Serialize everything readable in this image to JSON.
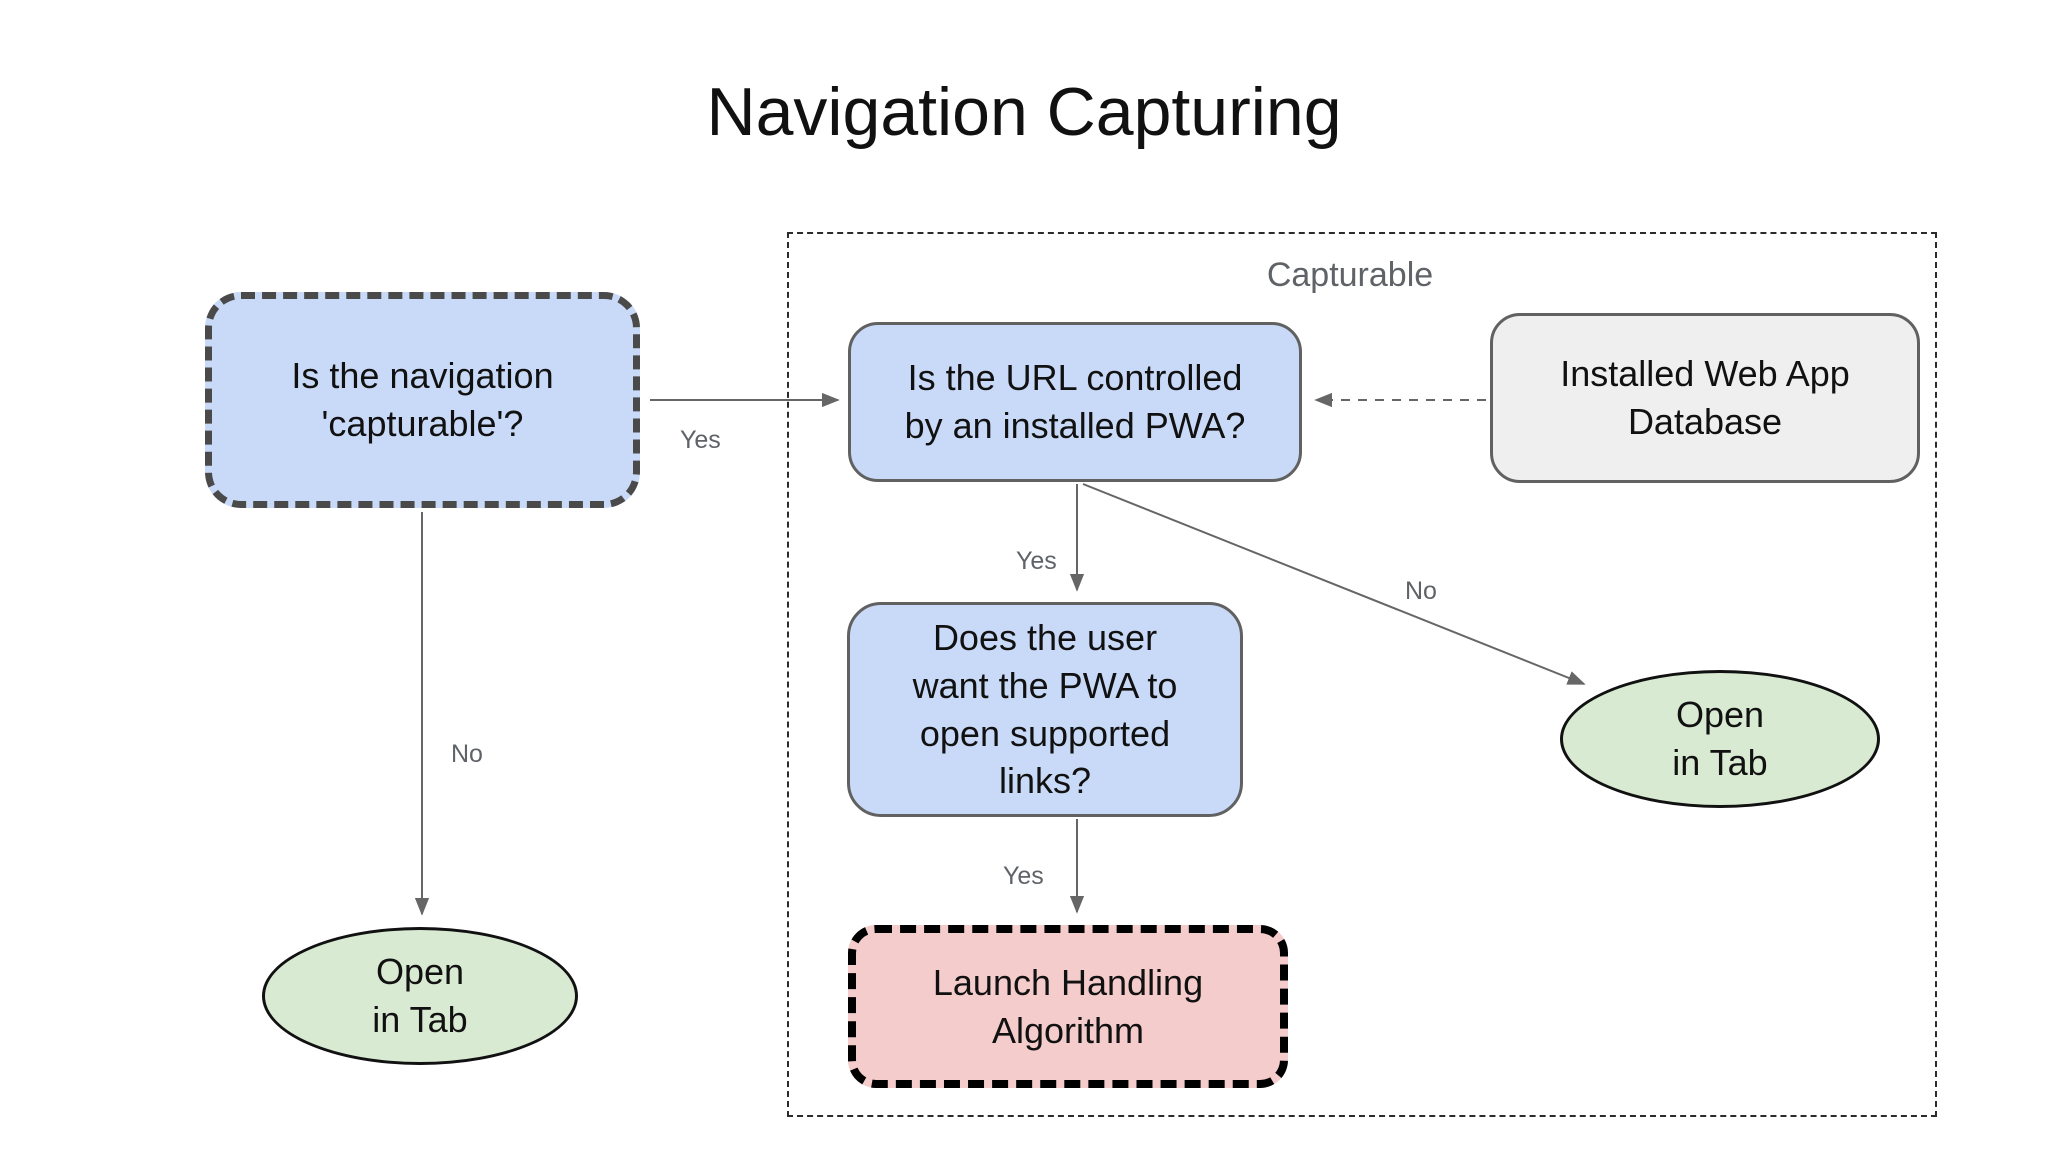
{
  "title": "Navigation Capturing",
  "group": {
    "label": "Capturable"
  },
  "nodes": {
    "is_capturable": {
      "text": "Is the navigation 'capturable'?",
      "shape": "rounded-rect",
      "fill": "#c9daf8",
      "border_style": "thick-dashed-gray"
    },
    "url_controlled": {
      "text": "Is the URL controlled by an installed PWA?",
      "shape": "rounded-rect",
      "fill": "#c9daf8",
      "border_style": "solid-gray"
    },
    "installed_db": {
      "text": "Installed Web App Database",
      "shape": "rounded-rect",
      "fill": "#efefef",
      "border_style": "solid-gray"
    },
    "user_wants": {
      "text": "Does the user want the PWA to open supported links?",
      "shape": "rounded-rect",
      "fill": "#c9daf8",
      "border_style": "solid-gray"
    },
    "launch_handling": {
      "text": "Launch Handling Algorithm",
      "shape": "rounded-rect",
      "fill": "#f4cccc",
      "border_style": "thick-dashed-black"
    },
    "open_in_tab_left": {
      "lines": [
        "Open",
        "in Tab"
      ],
      "shape": "ellipse",
      "fill": "#d9ead3",
      "border_style": "solid-black"
    },
    "open_in_tab_right": {
      "lines": [
        "Open",
        "in Tab"
      ],
      "shape": "ellipse",
      "fill": "#d9ead3",
      "border_style": "solid-black"
    }
  },
  "edges": {
    "capturable_yes": {
      "label": "Yes",
      "from": "is_capturable",
      "to": "url_controlled",
      "style": "solid"
    },
    "capturable_no": {
      "label": "No",
      "from": "is_capturable",
      "to": "open_in_tab_left",
      "style": "solid"
    },
    "db_lookup": {
      "label": "",
      "from": "installed_db",
      "to": "url_controlled",
      "style": "dashed"
    },
    "url_yes": {
      "label": "Yes",
      "from": "url_controlled",
      "to": "user_wants",
      "style": "solid"
    },
    "url_no": {
      "label": "No",
      "from": "url_controlled",
      "to": "open_in_tab_right",
      "style": "solid"
    },
    "user_yes": {
      "label": "Yes",
      "from": "user_wants",
      "to": "launch_handling",
      "style": "solid"
    }
  },
  "colors": {
    "node_blue": "#c9daf8",
    "node_green": "#d9ead3",
    "node_pink": "#f4cccc",
    "node_gray": "#efefef",
    "line_gray": "#666666",
    "label_gray": "#5f6368",
    "text_dark": "#111111"
  }
}
